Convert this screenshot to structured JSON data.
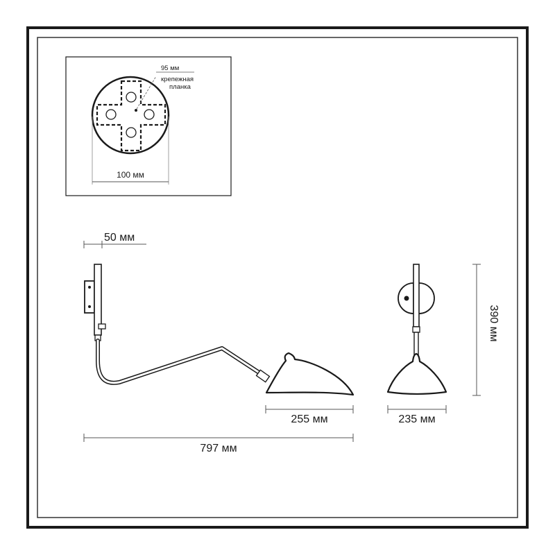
{
  "colors": {
    "frame": "#1a1a1a",
    "inner_frame": "#333333",
    "line": "#1a1a1a",
    "dimension": "#555555",
    "fill": "#ffffff"
  },
  "mount_detail": {
    "plate_width_label": "95 мм",
    "plate_name_line1": "крепежная",
    "plate_name_line2": "планка",
    "base_diameter_label": "100 мм"
  },
  "side_view": {
    "wall_offset_label": "50 мм",
    "shade_width_label": "255 мм",
    "total_length_label": "797 мм"
  },
  "front_view": {
    "shade_width_label": "235 мм",
    "height_label": "390 мм"
  }
}
